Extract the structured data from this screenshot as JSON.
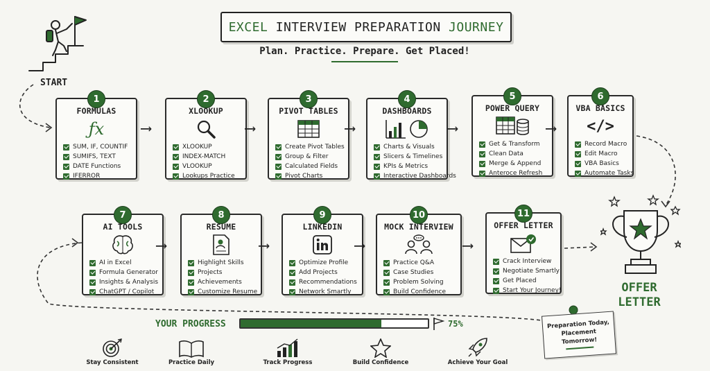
{
  "header": {
    "title_part1": "EXCEL",
    "title_part2": "INTERVIEW PREPARATION",
    "title_part3": "JOURNEY",
    "subtitle": "Plan. Practice. Prepare. Get Placed!"
  },
  "start_label": "START",
  "steps": [
    {
      "number": "1",
      "title": "FORMULAS",
      "icon": "fx-icon",
      "items": [
        "SUM, IF, COUNTIF",
        "SUMIFS, TEXT",
        "DATE Functions",
        "IFERROR"
      ]
    },
    {
      "number": "2",
      "title": "XLOOKUP",
      "icon": "magnifier-icon",
      "items": [
        "XLOOKUP",
        "INDEX-MATCH",
        "VLOOKUP",
        "Lookups Practice"
      ]
    },
    {
      "number": "3",
      "title": "PIVOT TABLES",
      "icon": "table-icon",
      "items": [
        "Create Pivot Tables",
        "Group & Filter",
        "Calculated Fields",
        "Pivot Charts"
      ]
    },
    {
      "number": "4",
      "title": "DASHBOARDS",
      "icon": "chart-pie-icon",
      "items": [
        "Charts & Visuals",
        "Slicers & Timelines",
        "KPIs & Metrics",
        "Interactive Dashboards"
      ]
    },
    {
      "number": "5",
      "title": "POWER QUERY",
      "icon": "table-database-icon",
      "items": [
        "Get & Transform",
        "Clean Data",
        "Merge & Append",
        "Anteroce Refresh"
      ]
    },
    {
      "number": "6",
      "title": "VBA BASICS",
      "icon": "code-icon",
      "items": [
        "Record Macro",
        "Edit Macro",
        "VBA Basics",
        "Automate Tasks"
      ]
    },
    {
      "number": "7",
      "title": "AI TOOLS",
      "icon": "brain-icon",
      "items": [
        "AI in Excel",
        "Formula Generator",
        "Insights & Analysis",
        "ChatGPT / Copilot"
      ]
    },
    {
      "number": "8",
      "title": "RESUME",
      "icon": "resume-icon",
      "items": [
        "Highlight Skills",
        "Projects",
        "Achievements",
        "Customize Resume"
      ]
    },
    {
      "number": "9",
      "title": "LINKEDIN",
      "icon": "linkedin-icon",
      "items": [
        "Optimize Profile",
        "Add Projects",
        "Recommendations",
        "Network Smartly"
      ]
    },
    {
      "number": "10",
      "title": "MOCK INTERVIEW",
      "icon": "people-chat-icon",
      "items": [
        "Practice Q&A",
        "Case Studies",
        "Problem Solving",
        "Build Confidence"
      ]
    },
    {
      "number": "11",
      "title": "OFFER LETTER",
      "icon": "envelope-icon",
      "items": [
        "Crack Interview",
        "Negotiate Smartly",
        "Get Placed",
        "Start Your Journey!"
      ]
    }
  ],
  "offer": {
    "line1": "OFFER",
    "line2": "LETTER"
  },
  "progress": {
    "label": "YOUR PROGRESS",
    "percent_text": "75%",
    "fraction": 0.75
  },
  "note": {
    "line1": "Preparation Today,",
    "line2": "Placement Tomorrow!"
  },
  "bottom_items": [
    {
      "label": "Stay Consistent",
      "icon": "target-icon"
    },
    {
      "label": "Practice Daily",
      "icon": "book-icon"
    },
    {
      "label": "Track Progress",
      "icon": "bar-chart-icon"
    },
    {
      "label": "Build Confidence",
      "icon": "star-icon"
    },
    {
      "label": "Achieve Your Goal",
      "icon": "rocket-icon"
    }
  ],
  "colors": {
    "accent": "#2f6b2f",
    "ink": "#222222",
    "background": "#f6f6f2"
  }
}
